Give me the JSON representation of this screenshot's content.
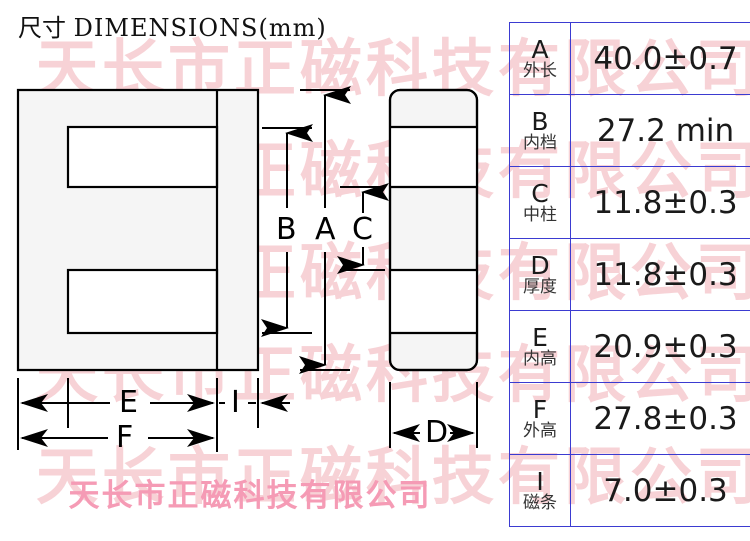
{
  "title": {
    "cn": "尺寸",
    "en": "DIMENSIONS(mm)"
  },
  "watermark": {
    "text": "天长市正磁科技有限公司",
    "color": "#f7d2d6",
    "repeat_rows": 5
  },
  "company_line": {
    "text": "天长市正磁科技有限公司",
    "color": "#f59bb5"
  },
  "drawing": {
    "front_view_name": "E-core front view",
    "side_view_name": "E-core side view",
    "dimension_labels": {
      "A": "A",
      "B": "B",
      "C": "C",
      "D": "D",
      "E": "E",
      "F": "F",
      "I": "I"
    },
    "line_color": "#000000",
    "fill_color": "#f5f5f5"
  },
  "table": {
    "border_color": "#3b3bd1",
    "rows": [
      {
        "symbol": "A",
        "name_cn": "外长",
        "value": "40.0±0.7"
      },
      {
        "symbol": "B",
        "name_cn": "内档",
        "value": "27.2 min"
      },
      {
        "symbol": "C",
        "name_cn": "中柱",
        "value": "11.8±0.3"
      },
      {
        "symbol": "D",
        "name_cn": "厚度",
        "value": "11.8±0.3"
      },
      {
        "symbol": "E",
        "name_cn": "内高",
        "value": "20.9±0.3"
      },
      {
        "symbol": "F",
        "name_cn": "外高",
        "value": "27.8±0.3"
      },
      {
        "symbol": "I",
        "name_cn": "磁条",
        "value": "7.0±0.3"
      }
    ]
  }
}
